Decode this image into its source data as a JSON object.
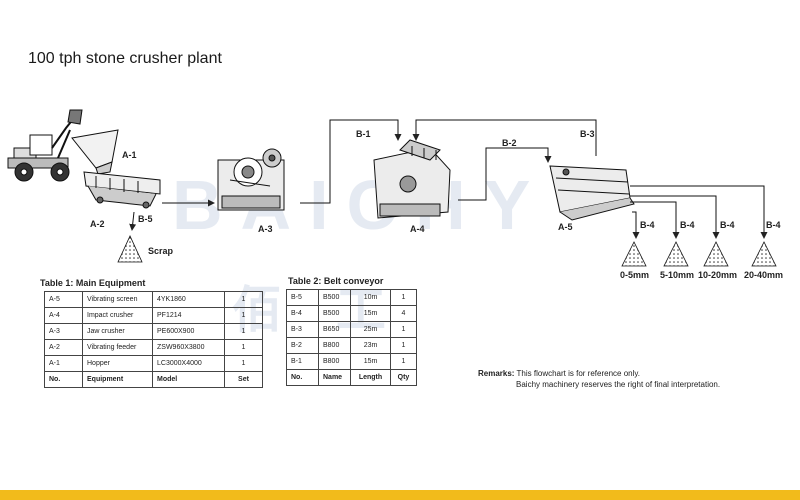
{
  "title": "100 tph stone crusher plant",
  "watermark": {
    "line1": "BAICHY",
    "line2": "佰 工"
  },
  "labels": {
    "a1": "A-1",
    "a2": "A-2",
    "a3": "A-3",
    "a4": "A-4",
    "a5": "A-5",
    "b1": "B-1",
    "b2": "B-2",
    "b3": "B-3",
    "b5": "B-5",
    "b4_1": "B-4",
    "b4_2": "B-4",
    "b4_3": "B-4",
    "b4_4": "B-4",
    "scrap": "Scrap"
  },
  "sizes": [
    "0-5mm",
    "5-10mm",
    "10-20mm",
    "20-40mm"
  ],
  "table1": {
    "caption": "Table 1: Main Equipment",
    "rows": [
      [
        "A-5",
        "Vibrating screen",
        "4YK1860",
        "1"
      ],
      [
        "A-4",
        "Impact crusher",
        "PF1214",
        "1"
      ],
      [
        "A-3",
        "Jaw crusher",
        "PE600X900",
        "1"
      ],
      [
        "A-2",
        "Vibrating feeder",
        "ZSW960X3800",
        "1"
      ],
      [
        "A-1",
        "Hopper",
        "LC3000X4000",
        "1"
      ]
    ],
    "header": [
      "No.",
      "Equipment",
      "Model",
      "Set"
    ]
  },
  "table2": {
    "caption": "Table 2: Belt conveyor",
    "rows": [
      [
        "B-5",
        "B500",
        "10m",
        "1"
      ],
      [
        "B-4",
        "B500",
        "15m",
        "4"
      ],
      [
        "B-3",
        "B650",
        "25m",
        "1"
      ],
      [
        "B-2",
        "B800",
        "23m",
        "1"
      ],
      [
        "B-1",
        "B800",
        "15m",
        "1"
      ]
    ],
    "header": [
      "No.",
      "Name",
      "Length",
      "Qty"
    ]
  },
  "remarks": {
    "label": "Remarks:",
    "line1": "This flowchart is for reference only.",
    "line2": "Baichy machinery reserves the right of final interpretation."
  },
  "colors": {
    "footer": "#f2bb1b",
    "watermark": "#e5eaf2"
  }
}
